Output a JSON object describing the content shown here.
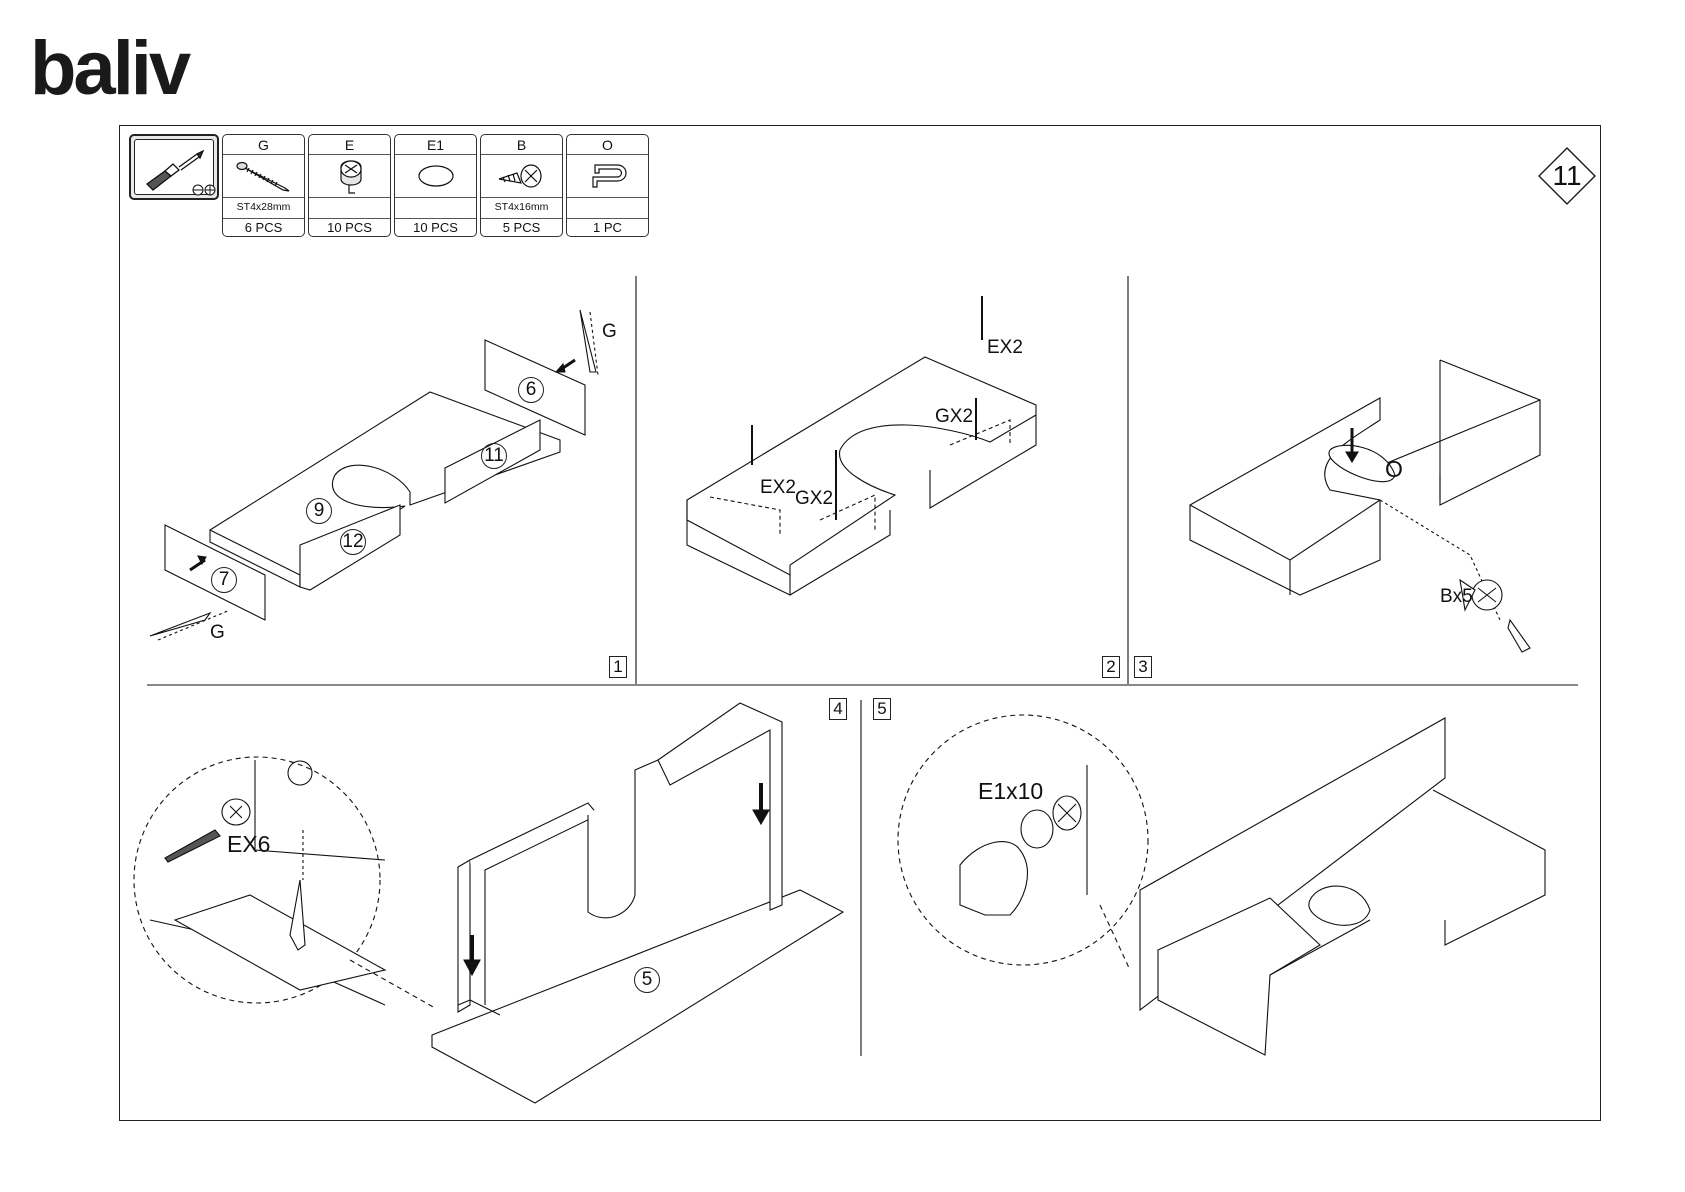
{
  "brand": {
    "logo_text": "baliv"
  },
  "page": {
    "number": "11"
  },
  "parts": [
    {
      "code": "G",
      "icon": "long-screw-icon",
      "size": "ST4x28mm",
      "qty": "6 PCS"
    },
    {
      "code": "E",
      "icon": "cam-lock-icon",
      "size": "",
      "qty": "10 PCS"
    },
    {
      "code": "E1",
      "icon": "cover-cap-icon",
      "size": "",
      "qty": "10 PCS"
    },
    {
      "code": "B",
      "icon": "short-screw-icon",
      "size": "ST4x16mm",
      "qty": "5 PCS"
    },
    {
      "code": "O",
      "icon": "bracket-icon",
      "size": "",
      "qty": "1 PC"
    }
  ],
  "tools": [
    "screwdriver-icon",
    "flat-head-icon",
    "phillips-head-icon"
  ],
  "steps": {
    "s1": {
      "num": "1",
      "labels": {
        "g_top": "G",
        "g_bottom": "G"
      },
      "panels": {
        "p6": "6",
        "p7": "7",
        "p9": "9",
        "p11": "11",
        "p12": "12"
      }
    },
    "s2": {
      "num": "2",
      "labels": {
        "ex_top": "EX2",
        "gx_top": "GX2",
        "ex_left": "EX2",
        "gx_left": "GX2"
      }
    },
    "s3": {
      "num": "3",
      "labels": {
        "o": "O",
        "bx": "Bx5"
      }
    },
    "s4": {
      "num": "4",
      "labels": {
        "ex": "EX6"
      },
      "panels": {
        "p5": "5"
      }
    },
    "s5": {
      "num": "5",
      "labels": {
        "e1": "E1x10"
      }
    }
  }
}
